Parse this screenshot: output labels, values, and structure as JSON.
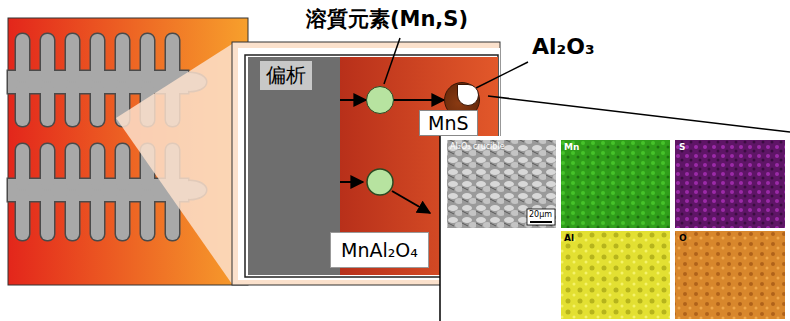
{
  "diagram": {
    "nodes": [
      {
        "text": [
          "偏析"
        ]
      },
      {
        "text": [
          "溶質元素(Mn,S)"
        ]
      },
      {
        "text": [
          "MnS"
        ]
      },
      {
        "text": [
          "MnAl₂O₄"
        ]
      }
    ],
    "edges": [
      {
        "from": 0,
        "to": 1,
        "arrow": "to"
      },
      {
        "from": 1,
        "to": 2,
        "arrow": "to"
      }
    ],
    "labels": [
      "Al₂O₃",
      "Al₂O₃ crucible",
      "Mn",
      "S",
      "Al",
      "O",
      "20μm"
    ]
  }
}
